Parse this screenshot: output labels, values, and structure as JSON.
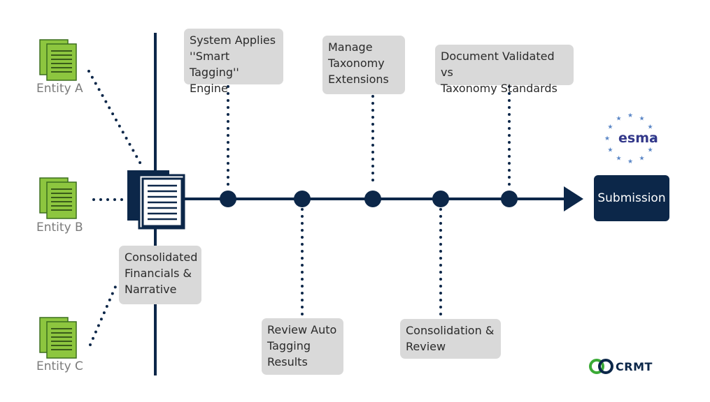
{
  "entities": [
    {
      "label": "Entity A"
    },
    {
      "label": "Entity B"
    },
    {
      "label": "Entity C"
    }
  ],
  "consolidated": "Consolidated\nFinancials &\nNarrative",
  "steps": {
    "smart_tagging": "System Applies\n''Smart Tagging''\nEngine",
    "review_auto": "Review Auto\nTagging\nResults",
    "taxonomy_ext": "Manage\nTaxonomy\nExtensions",
    "consolidation": "Consolidation &\nReview",
    "validated": "Document Validated vs\nTaxonomy Standards"
  },
  "submission": "Submission",
  "logos": {
    "esma": "esma",
    "crmt": "CRMT"
  },
  "colors": {
    "navy": "#0c2749",
    "doc_green": "#8dc63f",
    "box_gray": "#d9d9d9",
    "esma_blue": "#33388a",
    "crmt_green": "#3aaa35"
  }
}
